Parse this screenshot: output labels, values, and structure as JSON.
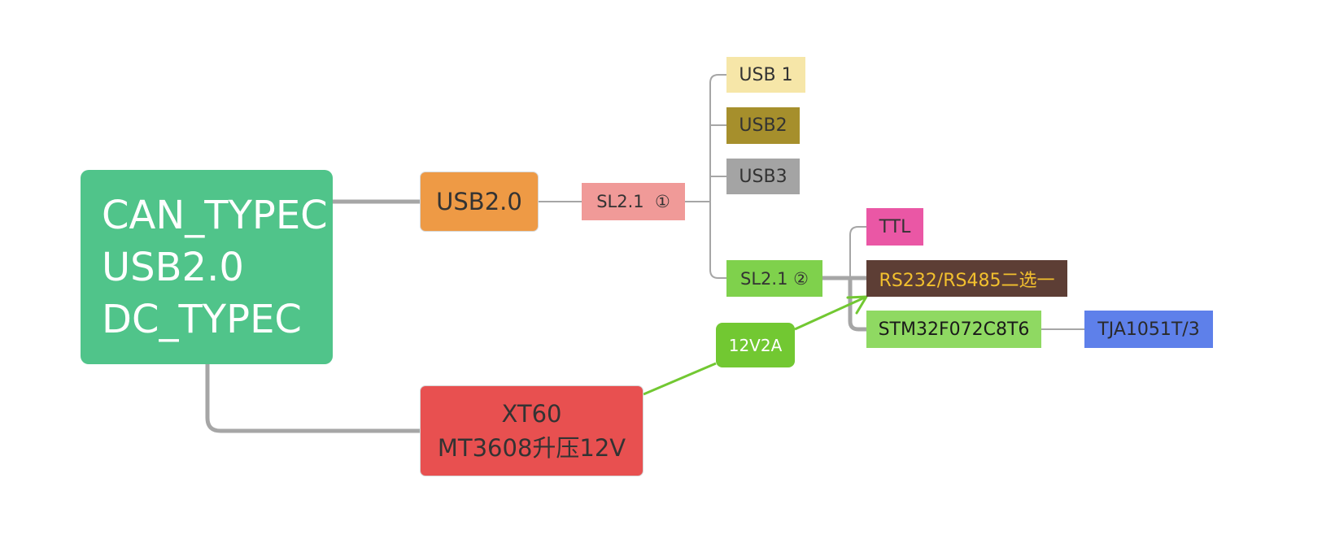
{
  "root": {
    "lines": [
      "CAN_TYPEC",
      "USB2.0",
      "DC_TYPEC"
    ]
  },
  "usb20": {
    "label": "USB2.0"
  },
  "xt60": {
    "lines": [
      "XT60",
      "MT3608升压12V"
    ]
  },
  "sl21a": {
    "label": "SL2.1  ①"
  },
  "usb1": {
    "label": "USB 1"
  },
  "usb2": {
    "label": "USB2"
  },
  "usb3": {
    "label": "USB3"
  },
  "sl21b": {
    "label": "SL2.1 ②"
  },
  "ttl": {
    "label": "TTL"
  },
  "rs232": {
    "label": "RS232/RS485二选一"
  },
  "stm32": {
    "label": "STM32F072C8T6"
  },
  "tja": {
    "label": "TJA1051T/3"
  },
  "power_link": {
    "label": "12V2A"
  },
  "colors": {
    "root": "#50c48a",
    "usb20": "#ee9a45",
    "xt60": "#e85050",
    "sl21_1": "#f09a98",
    "usb1": "#f6e6a8",
    "usb2": "#a68f2c",
    "usb3": "#a4a4a4",
    "sl21_2": "#7fd14c",
    "ttl": "#ea57a5",
    "rs232": "#5d3e35",
    "stm32": "#8fd962",
    "tja": "#5e80ea",
    "power_link": "#72c832",
    "connector": "#a6a6a6"
  }
}
